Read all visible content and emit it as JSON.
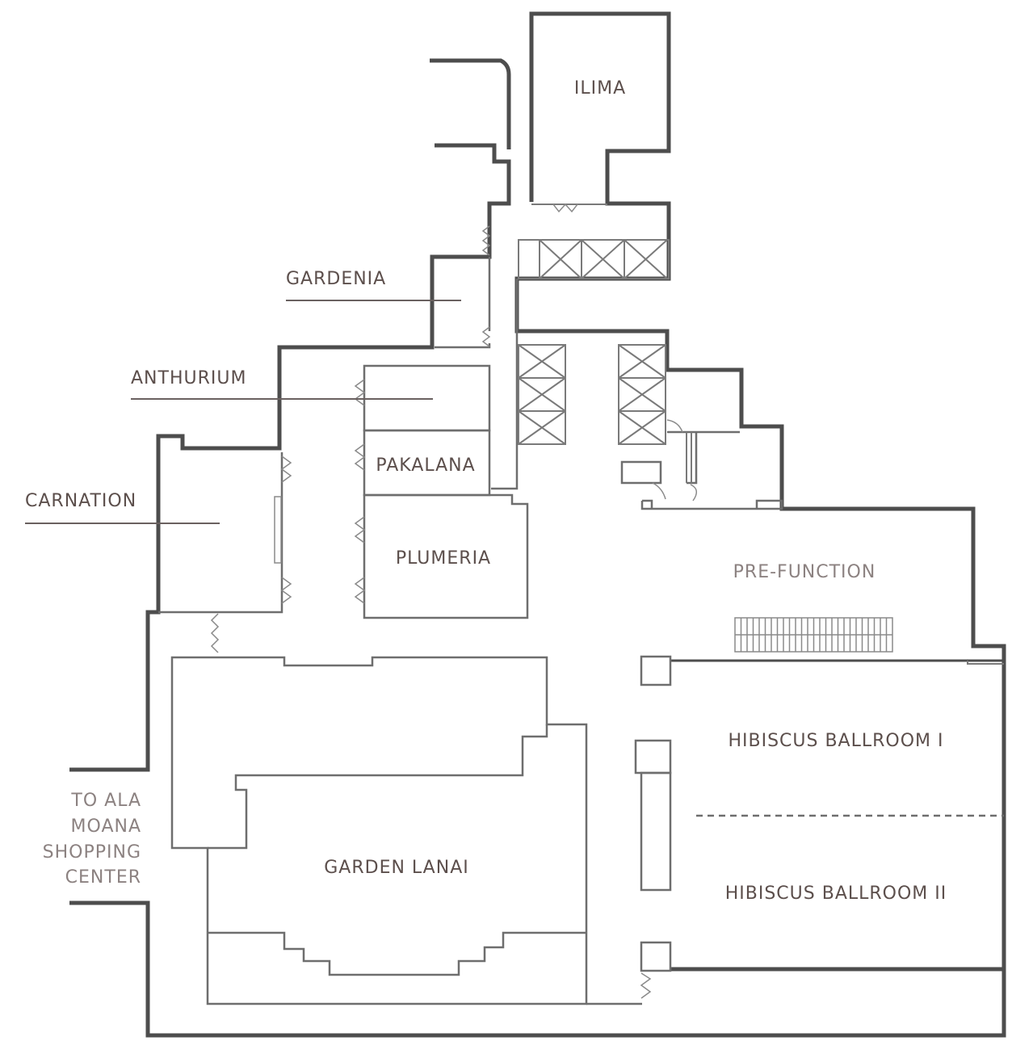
{
  "rooms": {
    "ilima": "ILIMA",
    "gardenia": "GARDENIA",
    "anthurium": "ANTHURIUM",
    "pakalana": "PAKALANA",
    "carnation": "CARNATION",
    "plumeria": "PLUMERIA",
    "pre_function": "PRE-FUNCTION",
    "hibiscus_1": "HIBISCUS BALLROOM I",
    "hibiscus_2": "HIBISCUS BALLROOM II",
    "garden_lanai": "GARDEN LANAI"
  },
  "exit": {
    "line1": "TO ALA",
    "line2": "MOANA",
    "line3": "SHOPPING",
    "line4": "CENTER"
  },
  "colors": {
    "wall": "#4d4d4d",
    "label": "#5c4f4c",
    "label_light": "#8c8281"
  }
}
